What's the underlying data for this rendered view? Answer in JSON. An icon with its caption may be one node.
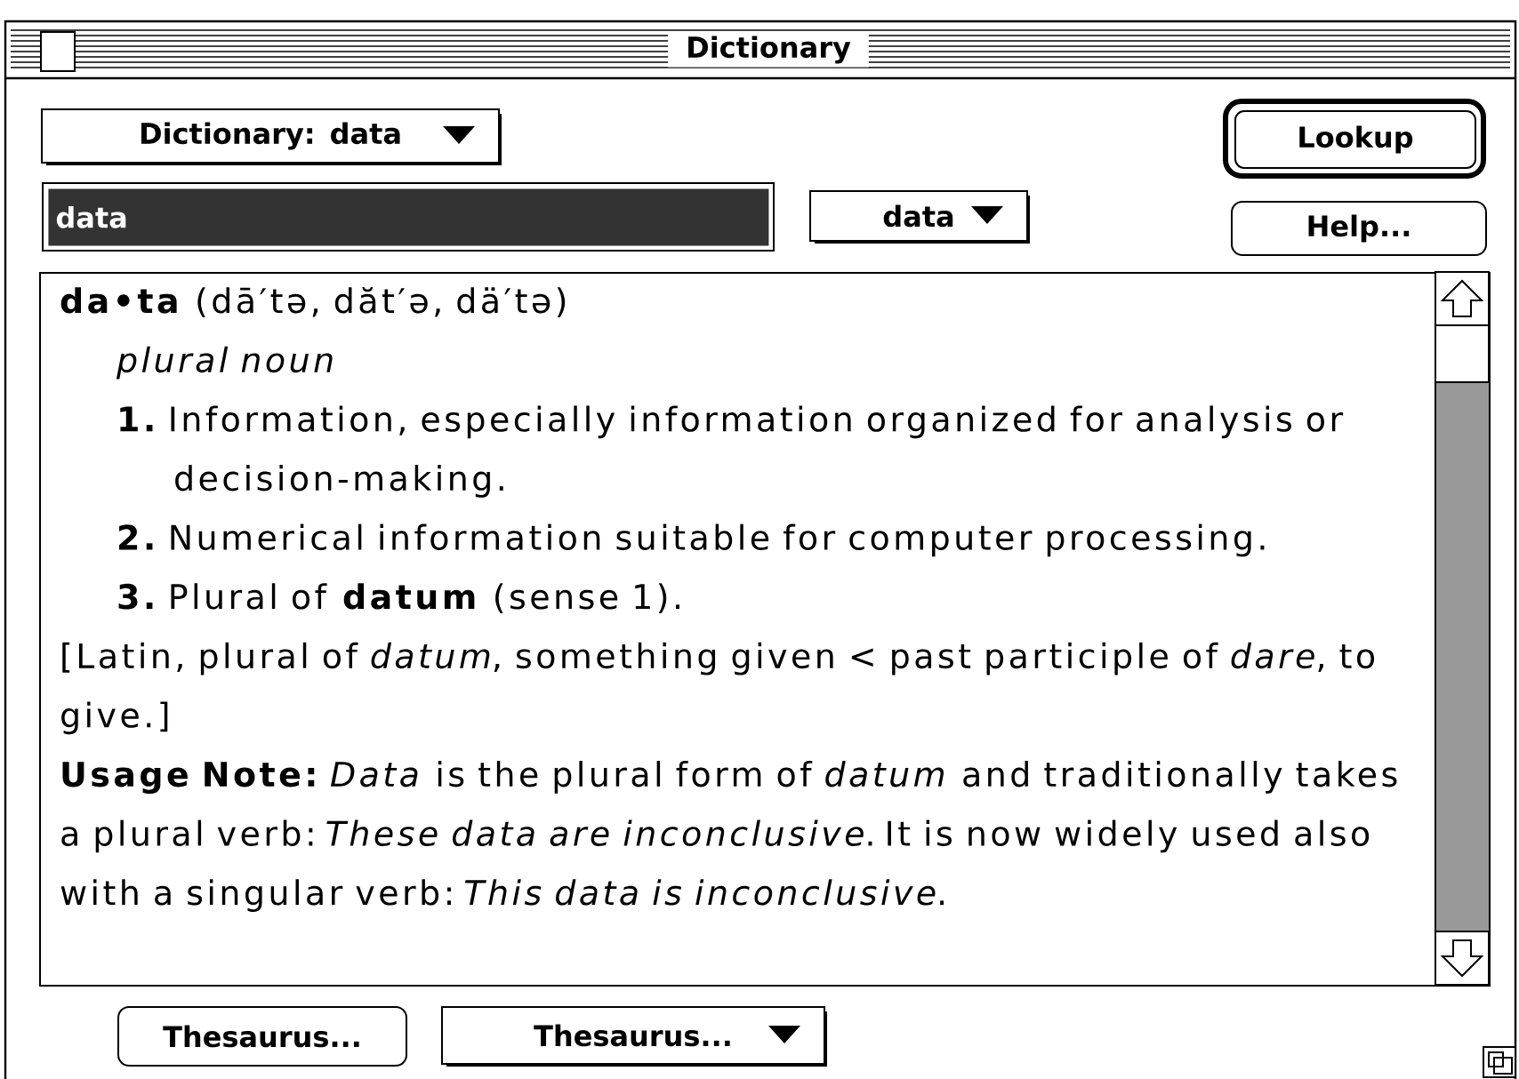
{
  "diagram": {
    "title": "Dictionary",
    "nodes": [
      {
        "text": [
          "Dictionary: data"
        ]
      },
      {
        "text": [
          "Lookup"
        ]
      },
      {
        "text": [
          "data"
        ]
      },
      {
        "text": [
          "data"
        ]
      },
      {
        "text": [
          "Help..."
        ]
      },
      {
        "text": [
          "**da•ta** (dā′tə, dăt′ə, dä′tə)",
          "plural noun",
          "**1.** Information, especially information organized for analysis or decision-making.",
          "**2.** Numerical information suitable for computer processing.",
          "**3.** Plural of **datum** (sense 1).",
          "[Latin, plural of *datum*, something given < past participle of *dare*, to give.]",
          "**Usage Note:** *Data* is the plural form of *datum* and traditionally takes a plural verb: *These data are inconclusive*. It is now widely used also with a singular verb: *This data is inconclusive*."
        ]
      },
      {
        "text": [
          "Thesaurus..."
        ]
      },
      {
        "text": [
          "Thesaurus..."
        ]
      }
    ]
  }
}
